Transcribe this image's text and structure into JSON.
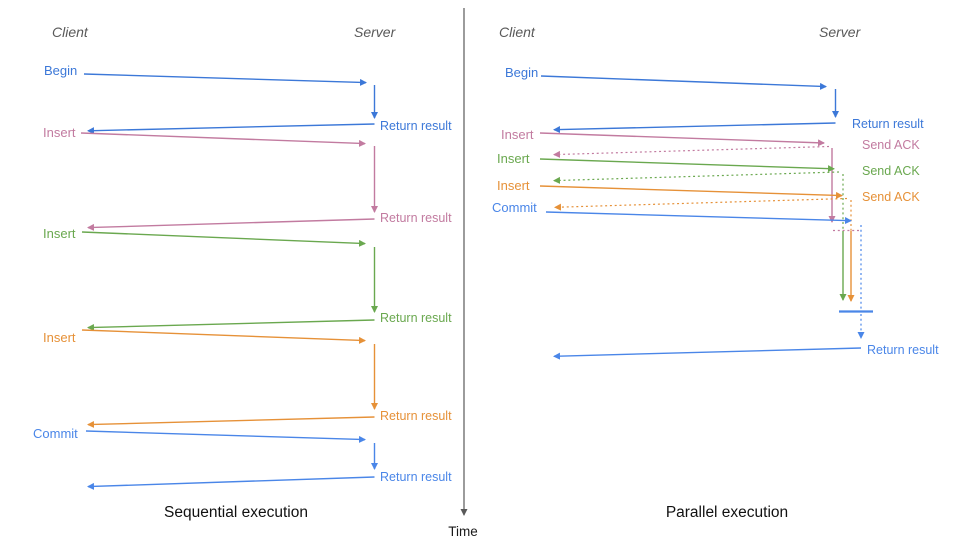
{
  "diagram": {
    "left_panel": {
      "title": "Sequential execution",
      "client_header": "Client",
      "server_header": "Server",
      "ops": [
        {
          "label": "Begin",
          "response": "Return result",
          "color": "#3c78d8"
        },
        {
          "label": "Insert",
          "response": "Return result",
          "color": "#c27ba0"
        },
        {
          "label": "Insert",
          "response": "Return result",
          "color": "#6aa84f"
        },
        {
          "label": "Insert",
          "response": "Return result",
          "color": "#e69138"
        },
        {
          "label": "Commit",
          "response": "Return result",
          "color": "#4a86e8"
        }
      ]
    },
    "right_panel": {
      "title": "Parallel execution",
      "client_header": "Client",
      "server_header": "Server",
      "ops": [
        {
          "label": "Begin",
          "response": "Return result",
          "color": "#3c78d8"
        },
        {
          "label": "Insert",
          "response": "Send ACK",
          "color": "#c27ba0"
        },
        {
          "label": "Insert",
          "response": "Send ACK",
          "color": "#6aa84f"
        },
        {
          "label": "Insert",
          "response": "Send ACK",
          "color": "#e69138"
        },
        {
          "label": "Commit",
          "response": "",
          "color": "#4a86e8"
        }
      ],
      "final_response": "Return result"
    },
    "time_axis": {
      "label": "Time",
      "color": "#595959"
    },
    "colors": {
      "begin_blue": "#3c78d8",
      "commit_blue": "#4a86e8",
      "insert_pink": "#c27ba0",
      "insert_green": "#6aa84f",
      "insert_orange": "#e69138",
      "header_gray": "#595959",
      "title_black": "#111111"
    }
  }
}
